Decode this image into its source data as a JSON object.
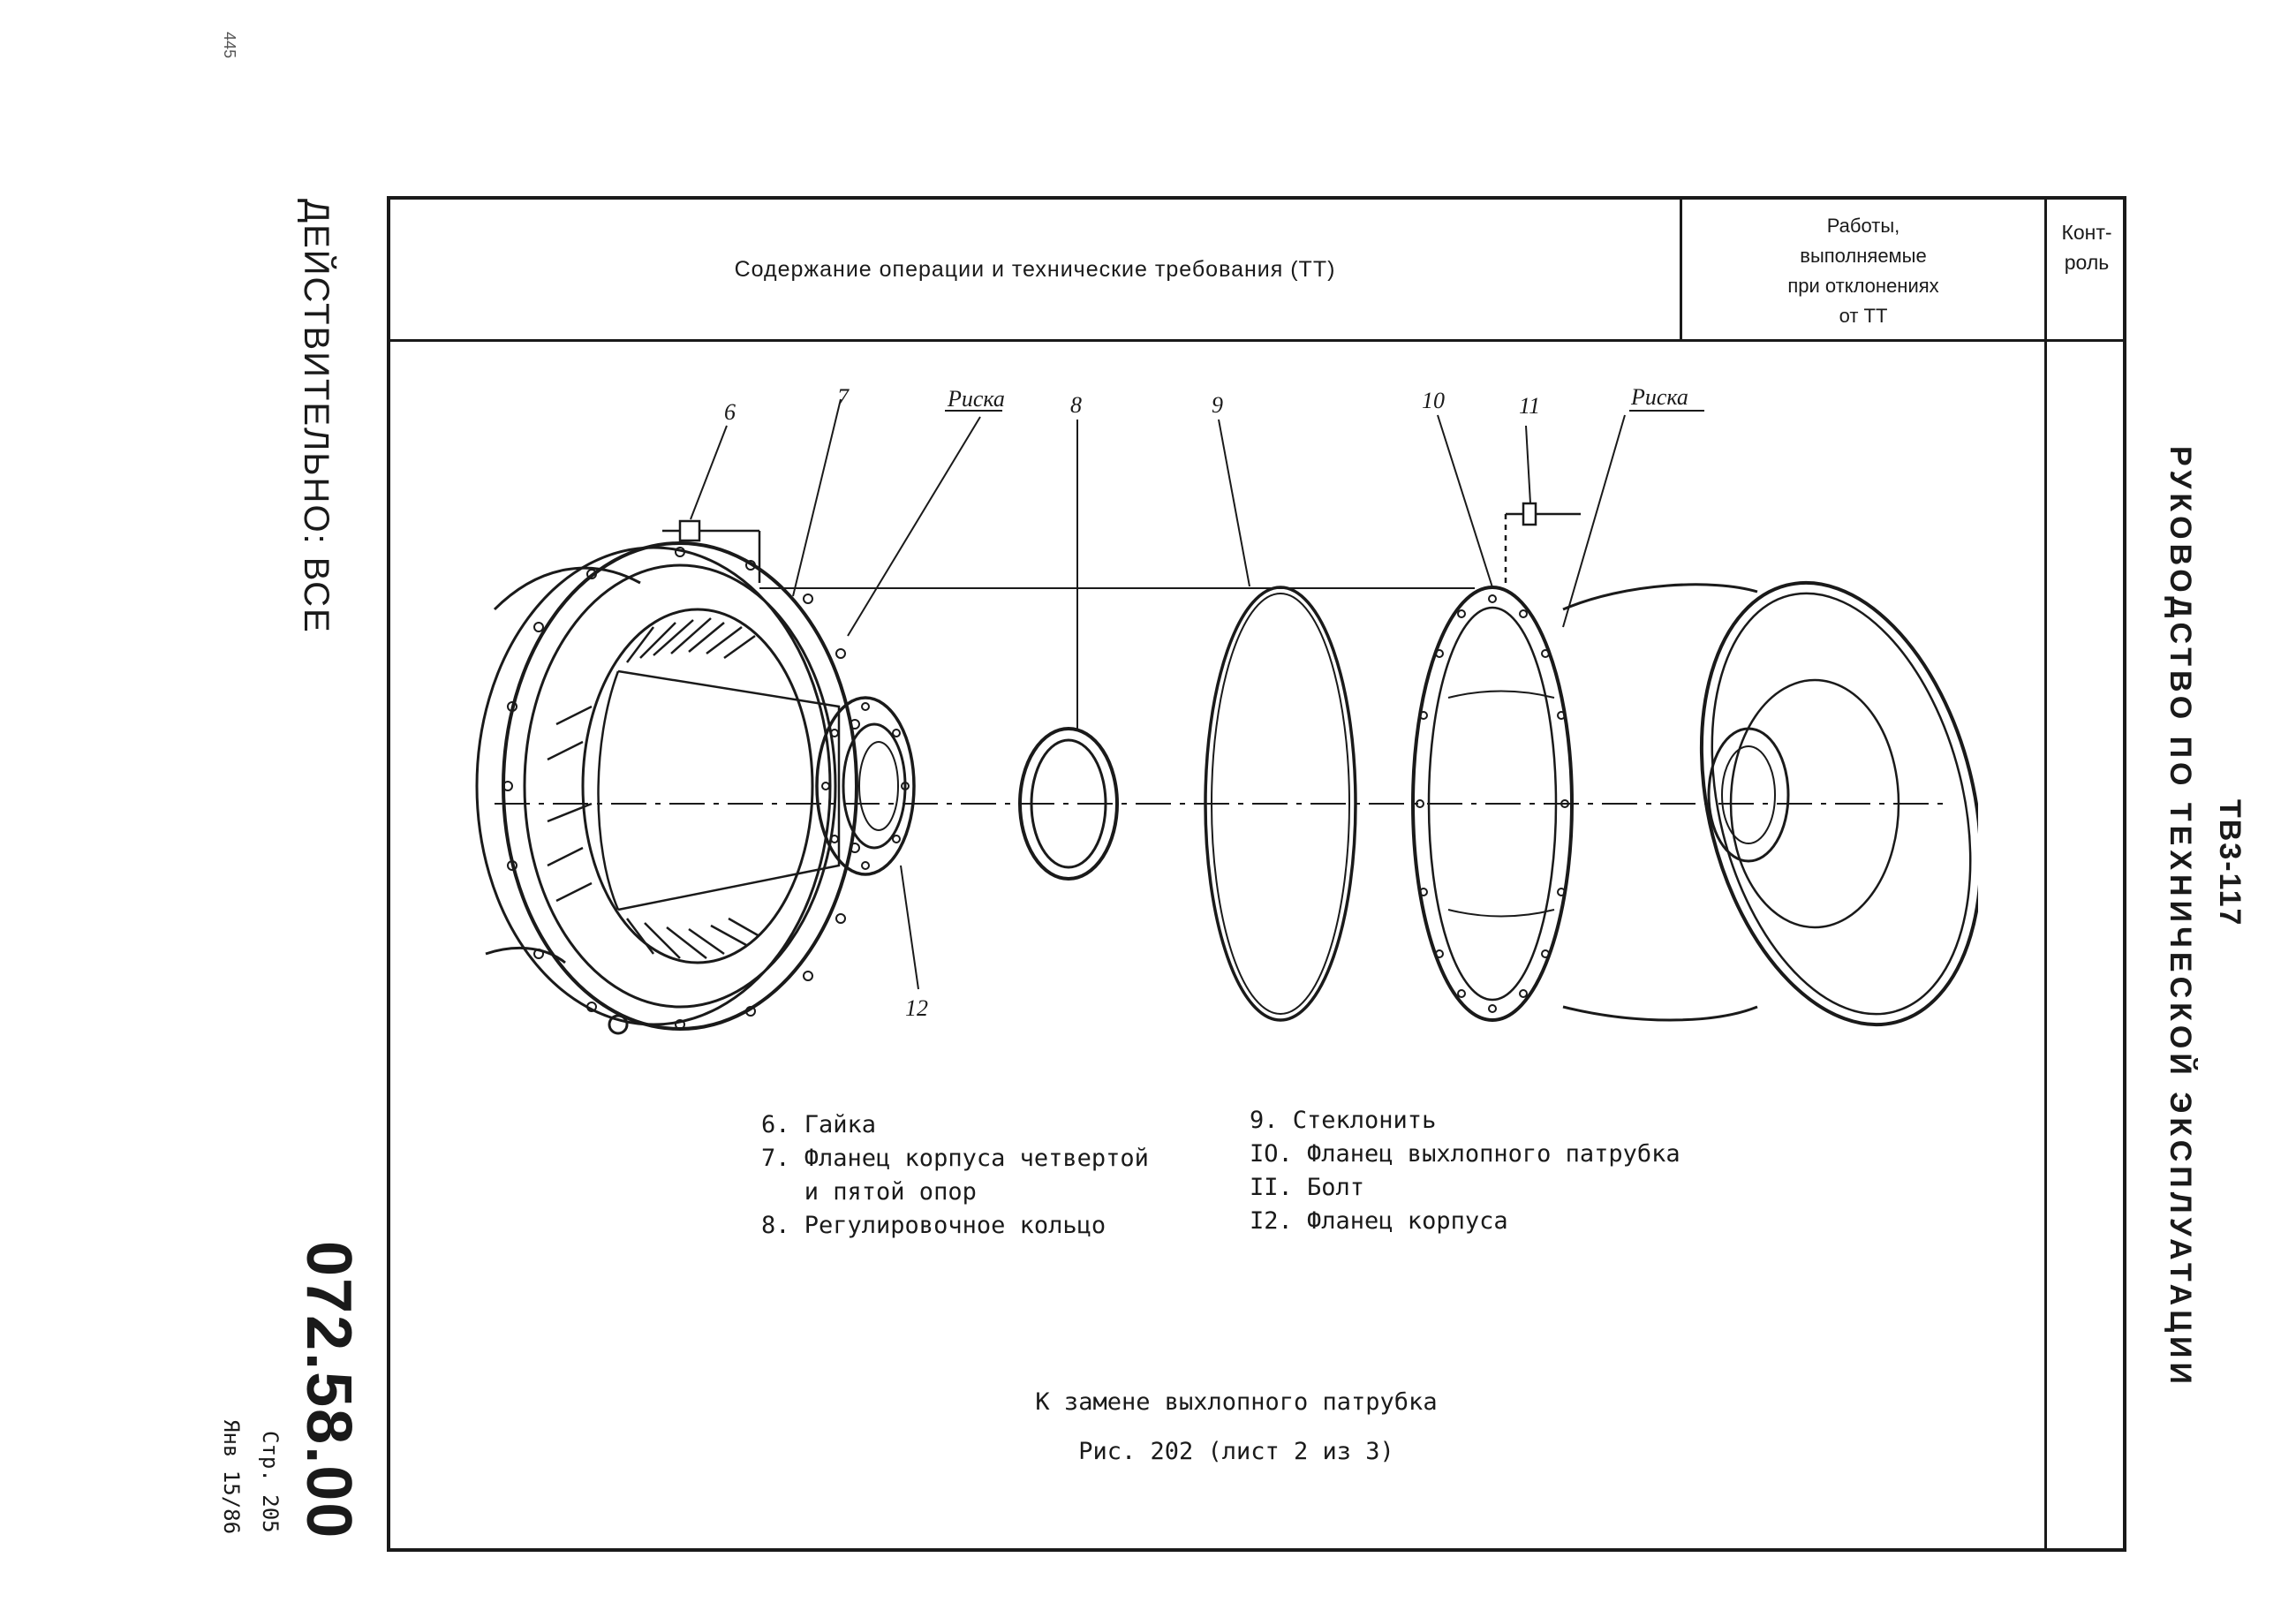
{
  "header": {
    "content_title": "Содержание операции и технические требования (ТТ)",
    "work_lines": [
      "Работы,",
      "выполняемые",
      "при отклонениях",
      "от ТТ"
    ],
    "control_lines": [
      "Конт-",
      "роль"
    ]
  },
  "side": {
    "valid": "ДЕЙСТВИТЕЛЬНО: ВСЕ",
    "manual": "РУКОВОДСТВО ПО ТЕХНИЧЕСКОЙ ЭКСПЛУАТАЦИИ",
    "model": "ТВ3-117",
    "doc_code": "072.58.00",
    "page": "Стр. 205",
    "date": "Янв 15/86",
    "corner_note": "445"
  },
  "callouts": {
    "c6": "6",
    "c7": "7",
    "risk1": "Риска",
    "c8": "8",
    "c9": "9",
    "c10": "10",
    "c11": "11",
    "risk2": "Риска",
    "c12": "12"
  },
  "legend": {
    "left": [
      "6. Гайка",
      "7. Фланец корпуса четвертой",
      "   и пятой опор",
      "8. Регулировочное кольцо"
    ],
    "right": [
      "9. Стеклонить",
      "IО. Фланец выхлопного патрубка",
      "II. Болт",
      "I2. Фланец корпуса"
    ]
  },
  "caption": {
    "line1": "К замене выхлопного патрубка",
    "line2": "Рис. 202 (лист 2 из 3)"
  }
}
